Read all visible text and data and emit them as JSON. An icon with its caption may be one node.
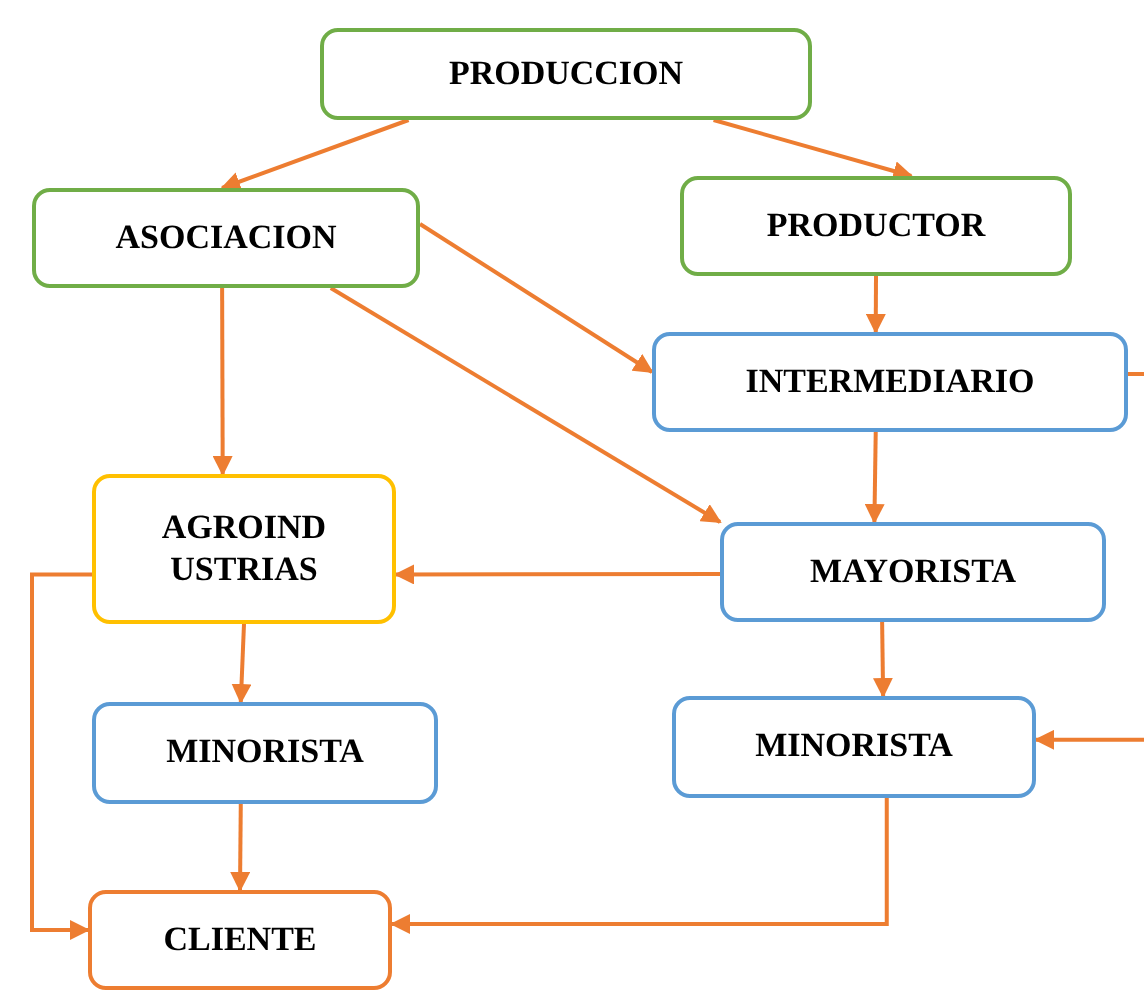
{
  "diagram": {
    "nodes": [
      {
        "text": [
          "PRODUCCION"
        ]
      },
      {
        "text": [
          "ASOCIACION"
        ]
      },
      {
        "text": [
          "PRODUCTOR"
        ]
      },
      {
        "text": [
          "INTERMEDIARIO"
        ]
      },
      {
        "text": [
          "AGROIND USTRIAS"
        ]
      },
      {
        "text": [
          "MAYORISTA"
        ]
      },
      {
        "text": [
          "MINORISTA"
        ]
      },
      {
        "text": [
          "MINORISTA"
        ]
      },
      {
        "text": [
          "CLIENTE"
        ]
      }
    ],
    "edges": [
      {
        "from": 0,
        "to": 1,
        "arrow": "to"
      },
      {
        "from": 0,
        "to": 2,
        "arrow": "to"
      },
      {
        "from": 2,
        "to": 3,
        "arrow": "to"
      },
      {
        "from": 1,
        "to": 3,
        "arrow": "to"
      },
      {
        "from": 1,
        "to": 4,
        "arrow": "to"
      },
      {
        "from": 1,
        "to": 5,
        "arrow": "to"
      },
      {
        "from": 3,
        "to": 5,
        "arrow": "to"
      },
      {
        "from": 5,
        "to": 4,
        "arrow": "to"
      },
      {
        "from": 4,
        "to": 6,
        "arrow": "to"
      },
      {
        "from": 5,
        "to": 7,
        "arrow": "to"
      },
      {
        "from": 6,
        "to": 8,
        "arrow": "to"
      },
      {
        "from": 4,
        "to": 8,
        "arrow": "to"
      },
      {
        "from": 7,
        "to": 8,
        "arrow": "to"
      },
      {
        "from": 3,
        "to": null,
        "arrow": "none"
      },
      {
        "from": null,
        "to": 7,
        "arrow": "to"
      }
    ]
  }
}
